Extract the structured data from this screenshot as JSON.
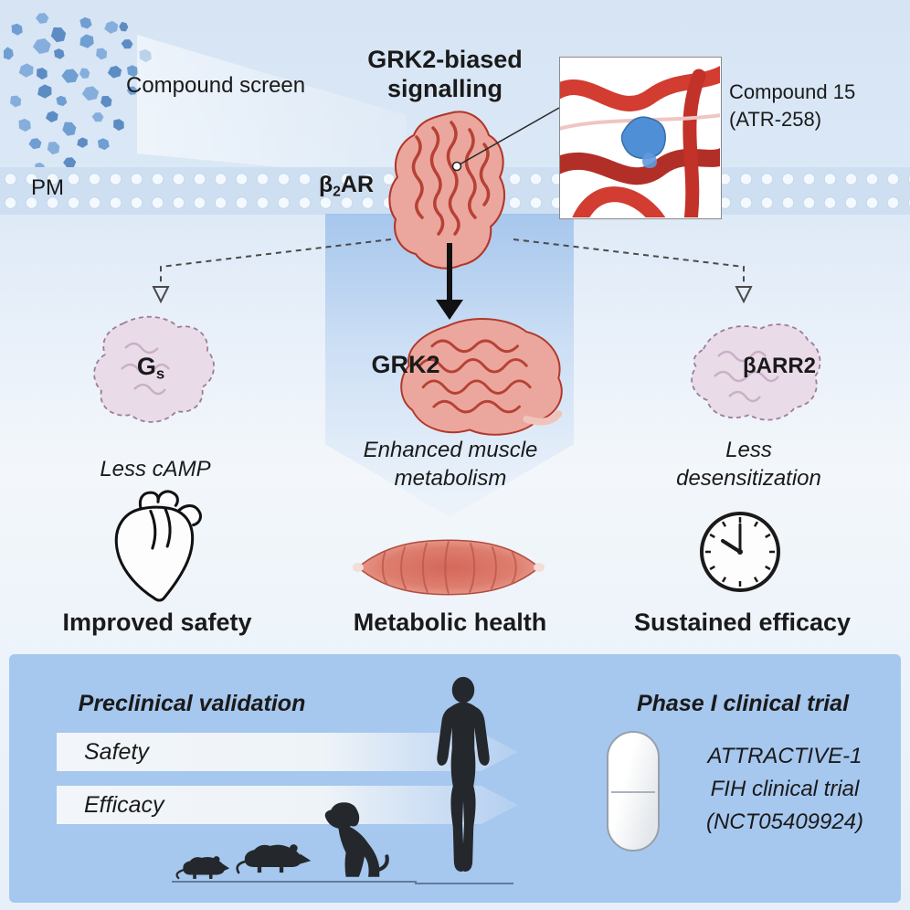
{
  "colors": {
    "background_blue": "#d6e4f4",
    "panel_blue": "#a6c7ee",
    "protein_red": "#c0392b",
    "faded_protein_pink": "#eadbe9",
    "compound_blue": "#6f9ed2",
    "silhouette_black": "#24282c"
  },
  "header": {
    "compound_screen": "Compound screen",
    "pm": "PM",
    "title_line1": "GRK2-biased",
    "title_line2": "signalling",
    "receptor_prefix": "β",
    "receptor_sub": "2",
    "receptor_suffix": "AR",
    "inset_caption_line1": "Compound 15",
    "inset_caption_line2": "(ATR-258)"
  },
  "pathways": {
    "left": {
      "protein_main": "G",
      "protein_sub": "s",
      "effect": "Less cAMP",
      "outcome": "Improved safety"
    },
    "center": {
      "protein": "GRK2",
      "effect_line1": "Enhanced muscle",
      "effect_line2": "metabolism",
      "outcome": "Metabolic health"
    },
    "right": {
      "protein": "βARR2",
      "effect_line1": "Less",
      "effect_line2": "desensitization",
      "outcome": "Sustained efficacy"
    }
  },
  "bottom_panel": {
    "preclinical_title": "Preclinical validation",
    "banners": [
      {
        "label": "Safety"
      },
      {
        "label": "Efficacy"
      }
    ],
    "clinical_title": "Phase I clinical trial",
    "trial_name": "ATTRACTIVE-1",
    "trial_desc": "FIH clinical trial",
    "trial_id": "(NCT05409924)"
  }
}
